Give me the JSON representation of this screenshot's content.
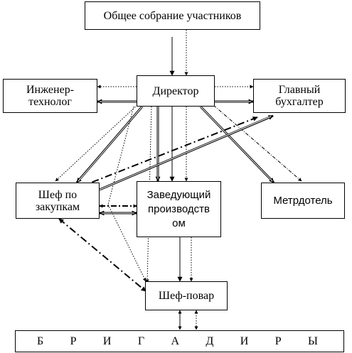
{
  "nodes": {
    "assembly": "Общее собрание участников",
    "director": "Директор",
    "engineer": "Инженер-\nтехнолог",
    "accountant": "Главный\nбухгалтер",
    "purchasing": "Шеф по\nзакупкам",
    "production": "Заведующий\nпроизводств\nом",
    "maitre": "Метрдотель",
    "chef": "Шеф-повар"
  },
  "brigade_letters": [
    "Б",
    "Р",
    "И",
    "Г",
    "А",
    "Д",
    "И",
    "Р",
    "Ы"
  ]
}
